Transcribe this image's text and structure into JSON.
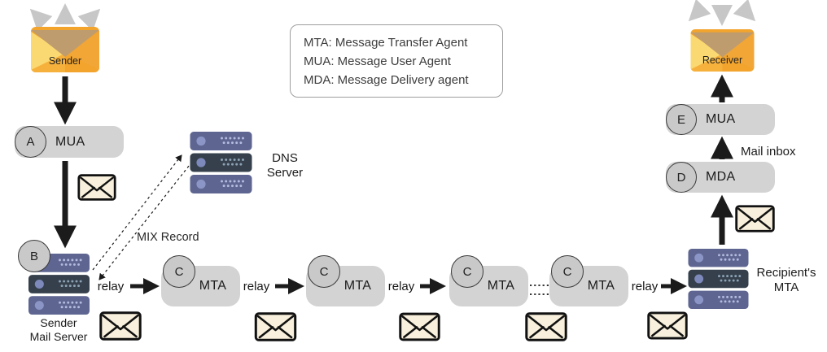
{
  "legend": {
    "lines": [
      "MTA: Message Transfer Agent",
      "MUA: Message User Agent",
      "MDA: Message Delivery agent"
    ]
  },
  "endpoints": {
    "sender_label": "Sender",
    "receiver_label": "Receiver"
  },
  "nodes": {
    "mua_a": {
      "badge": "A",
      "label": "MUA"
    },
    "sender_server_badge": "B",
    "mta": [
      {
        "badge": "C",
        "label": "MTA"
      },
      {
        "badge": "C",
        "label": "MTA"
      },
      {
        "badge": "C",
        "label": "MTA"
      },
      {
        "badge": "C",
        "label": "MTA"
      }
    ],
    "mda": {
      "badge": "D",
      "label": "MDA"
    },
    "mua_e": {
      "badge": "E",
      "label": "MUA"
    }
  },
  "labels": {
    "relay": "relay",
    "mix_record": "MIX Record",
    "mail_inbox": "Mail inbox",
    "dns_server": [
      "DNS",
      "Server"
    ],
    "sender_mail_server": [
      "Sender",
      "Mail Server"
    ],
    "recipients_mta": [
      "Recipient's",
      "MTA"
    ]
  },
  "colors": {
    "node_box": "#d3d3d3",
    "badge_fill": "#c9c9c9",
    "server_body": "#5d6590",
    "server_dark": "#35404c",
    "server_accent": "#8b95c6",
    "mail_fill": "#f8f0dc",
    "envelope_orange": "#f5a930",
    "envelope_flap": "#bf9c6e",
    "arrow_black": "#1b1b1b",
    "arrow_gray": "#c7c7c7"
  }
}
